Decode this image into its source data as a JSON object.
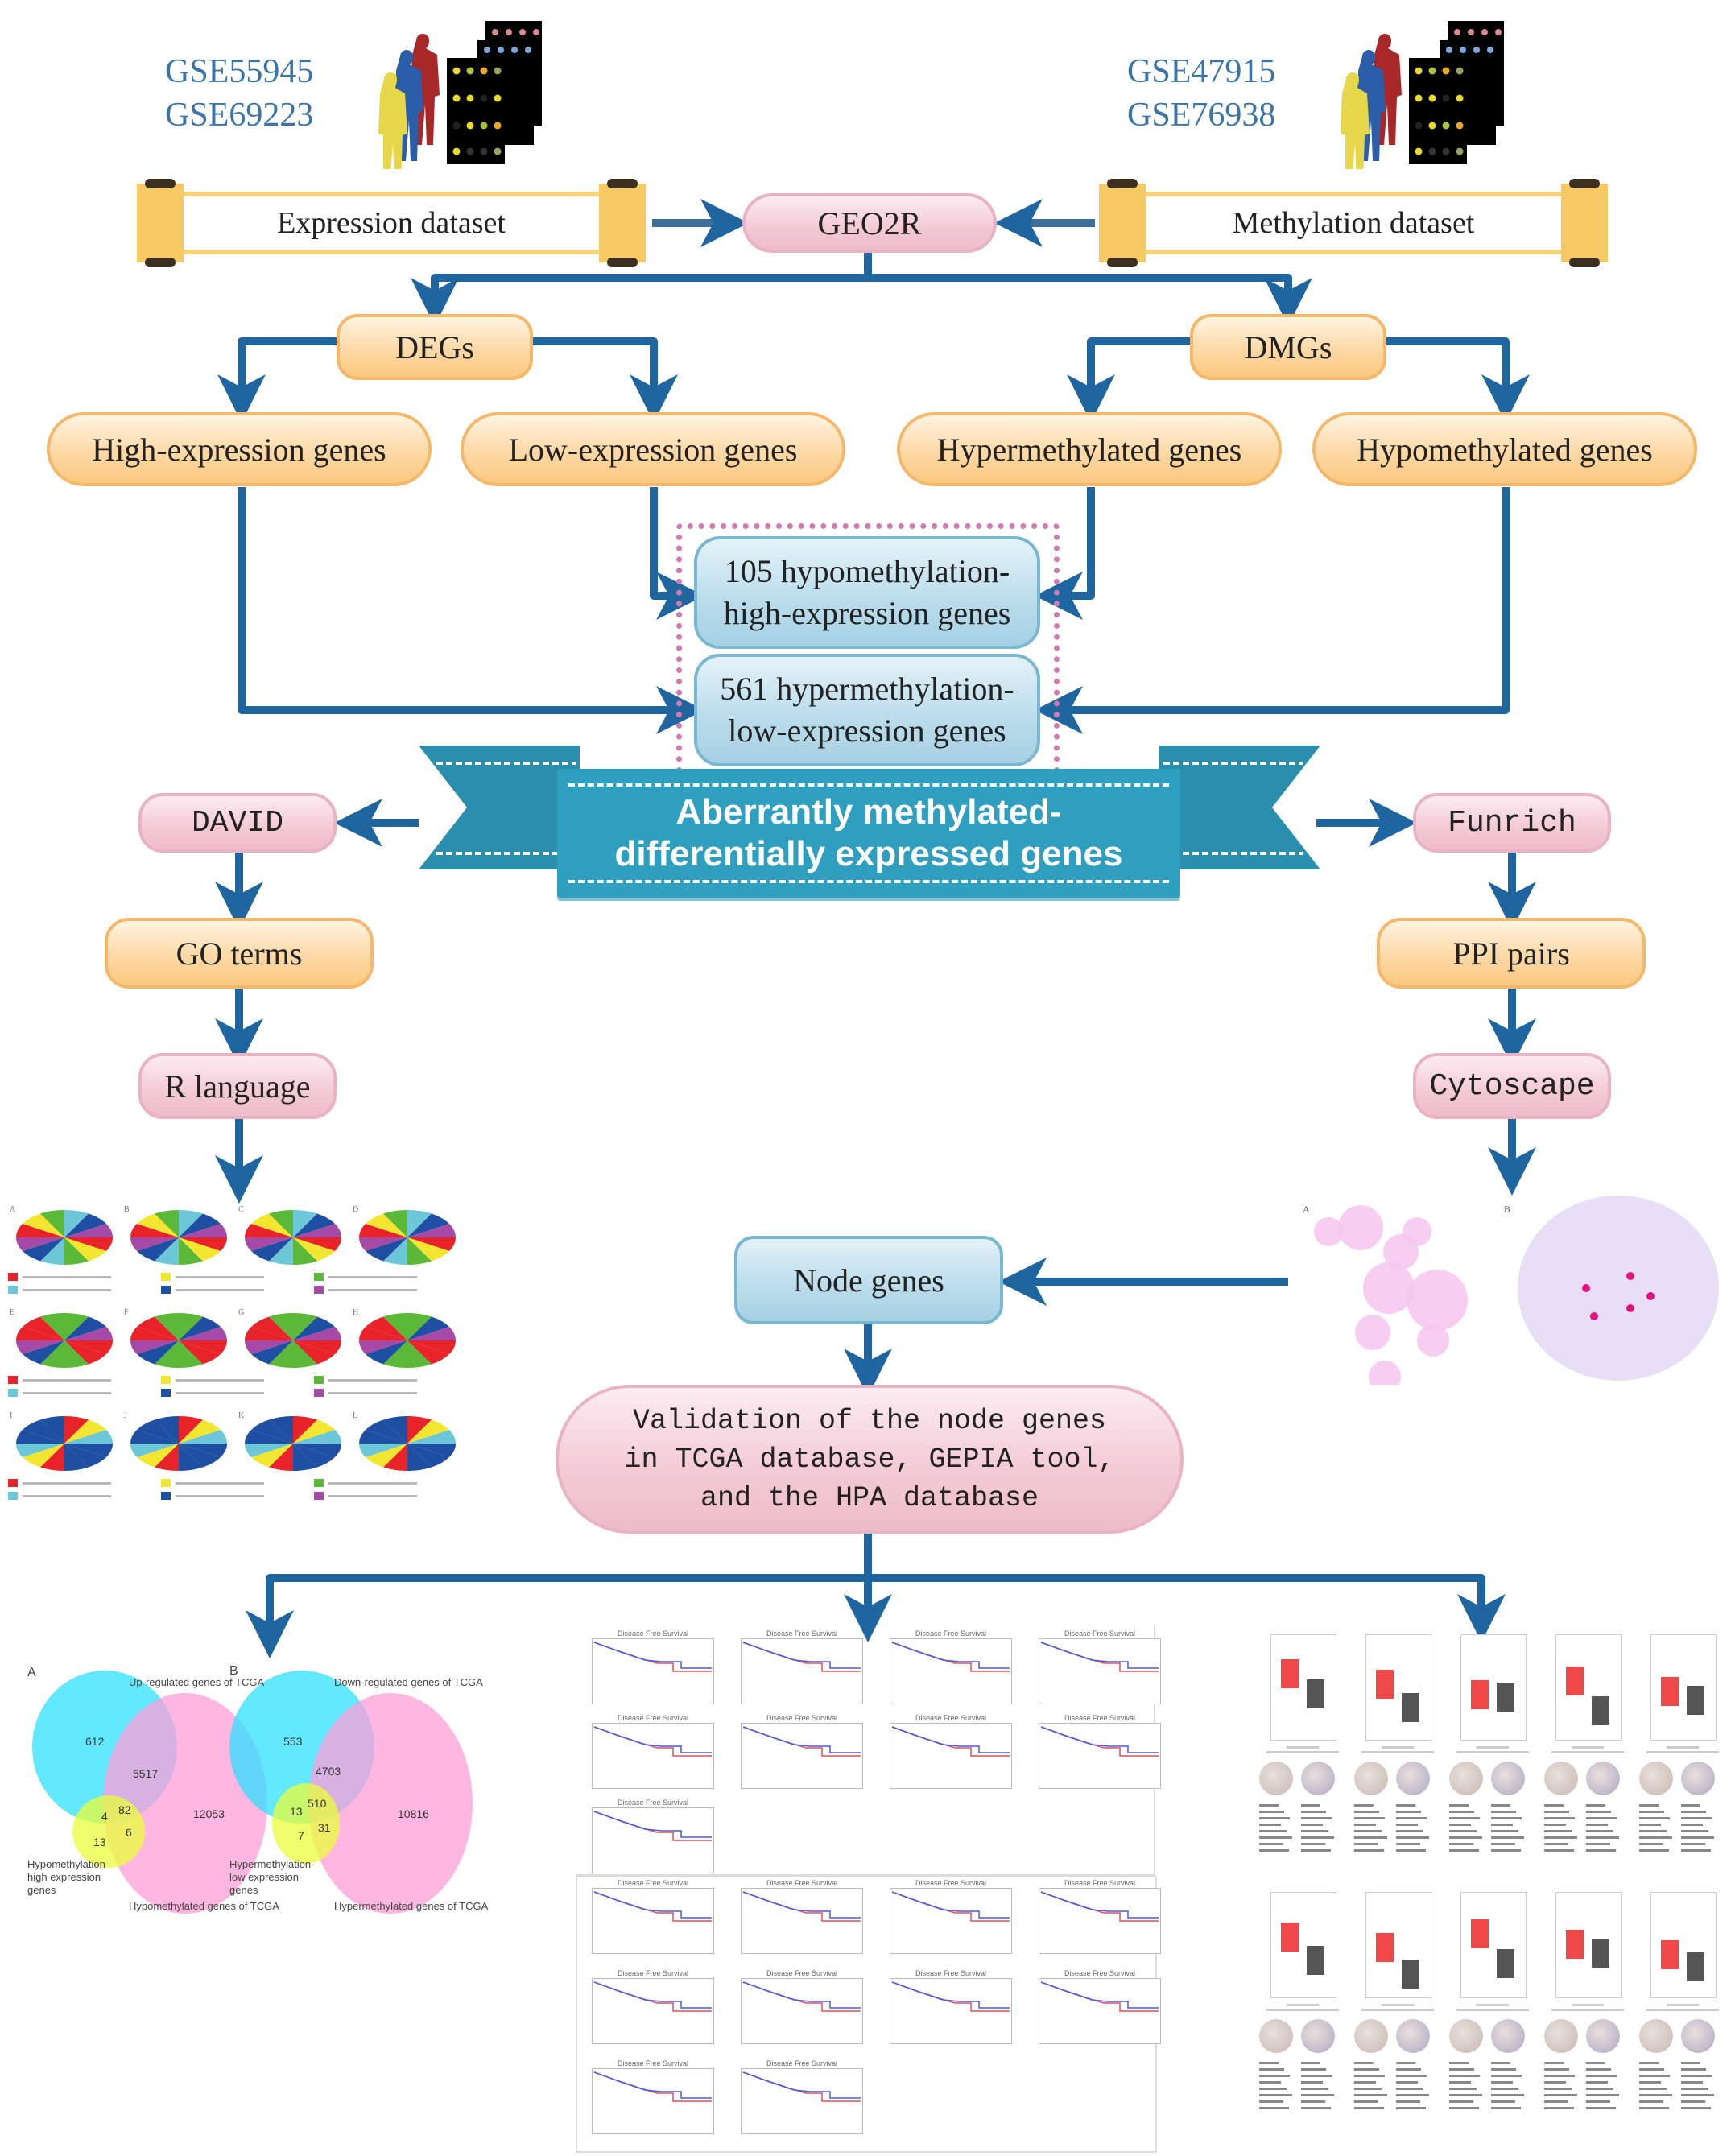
{
  "datasets": {
    "expression": {
      "ids": [
        "GSE55945",
        "GSE69223"
      ],
      "label": "Expression dataset"
    },
    "methylation": {
      "ids": [
        "GSE47915",
        "GSE76938"
      ],
      "label": "Methylation dataset"
    }
  },
  "nodes": {
    "geo2r": "GEO2R",
    "degs": "DEGs",
    "dmgs": "DMGs",
    "high_expression": "High-expression genes",
    "low_expression": "Low-expression genes",
    "hypermethylated": "Hypermethylated genes",
    "hypomethylated": "Hypomethylated genes",
    "hypo_high": [
      "105 hypomethylation-",
      "high-expression genes"
    ],
    "hyper_low": [
      "561 hypermethylation-",
      "low-expression genes"
    ],
    "banner": [
      "Aberrantly methylated-",
      "differentially expressed genes"
    ],
    "david": "DAVID",
    "go_terms": "GO terms",
    "r_language": "R language",
    "funrich": "Funrich",
    "ppi_pairs": "PPI pairs",
    "cytoscape": "Cytoscape",
    "node_genes": "Node genes",
    "validation": [
      "Validation of the node genes",
      "in TCGA database, GEPIA tool,",
      "and the HPA database"
    ]
  },
  "go_panel": {
    "panel_letters": [
      "A",
      "B",
      "C",
      "D",
      "E",
      "F",
      "G",
      "H",
      "I",
      "J",
      "K",
      "L"
    ],
    "legend_colors": [
      "#e8242a",
      "#f2e631",
      "#5cb838",
      "#6cc7d8",
      "#1f4fa3",
      "#a64aa8"
    ]
  },
  "network_panel": {
    "panel_letters": [
      "A",
      "B"
    ]
  },
  "venn": {
    "A": {
      "letter": "A",
      "sets": [
        "Up-regulated genes of TCGA",
        "Hypomethylated genes of TCGA",
        "Hypomethylation-high expression genes"
      ],
      "values": {
        "up_only": "612",
        "up_hypo": "5517",
        "hypo_only": "12053",
        "up_deg": "4",
        "all": "82",
        "hypo_deg": "6",
        "deg_only": "13"
      }
    },
    "B": {
      "letter": "B",
      "sets": [
        "Down-regulated genes of TCGA",
        "Hypermethylated genes of TCGA",
        "Hypermethylation-low expression genes"
      ],
      "values": {
        "down_only": "553",
        "down_hyper": "4703",
        "hyper_only": "10816",
        "down_deg": "13",
        "all": "510",
        "hyper_deg": "31",
        "deg_only": "7"
      }
    }
  },
  "km_panel": {
    "plot_title": "Disease Free Survival",
    "count_top": 9,
    "count_bottom": 10
  },
  "colors": {
    "arrow": "#1f65a0",
    "banner": "#2f9fc0",
    "orange": "#fbc97f",
    "pink": "#eebccb",
    "blue": "#a6d1e3"
  }
}
